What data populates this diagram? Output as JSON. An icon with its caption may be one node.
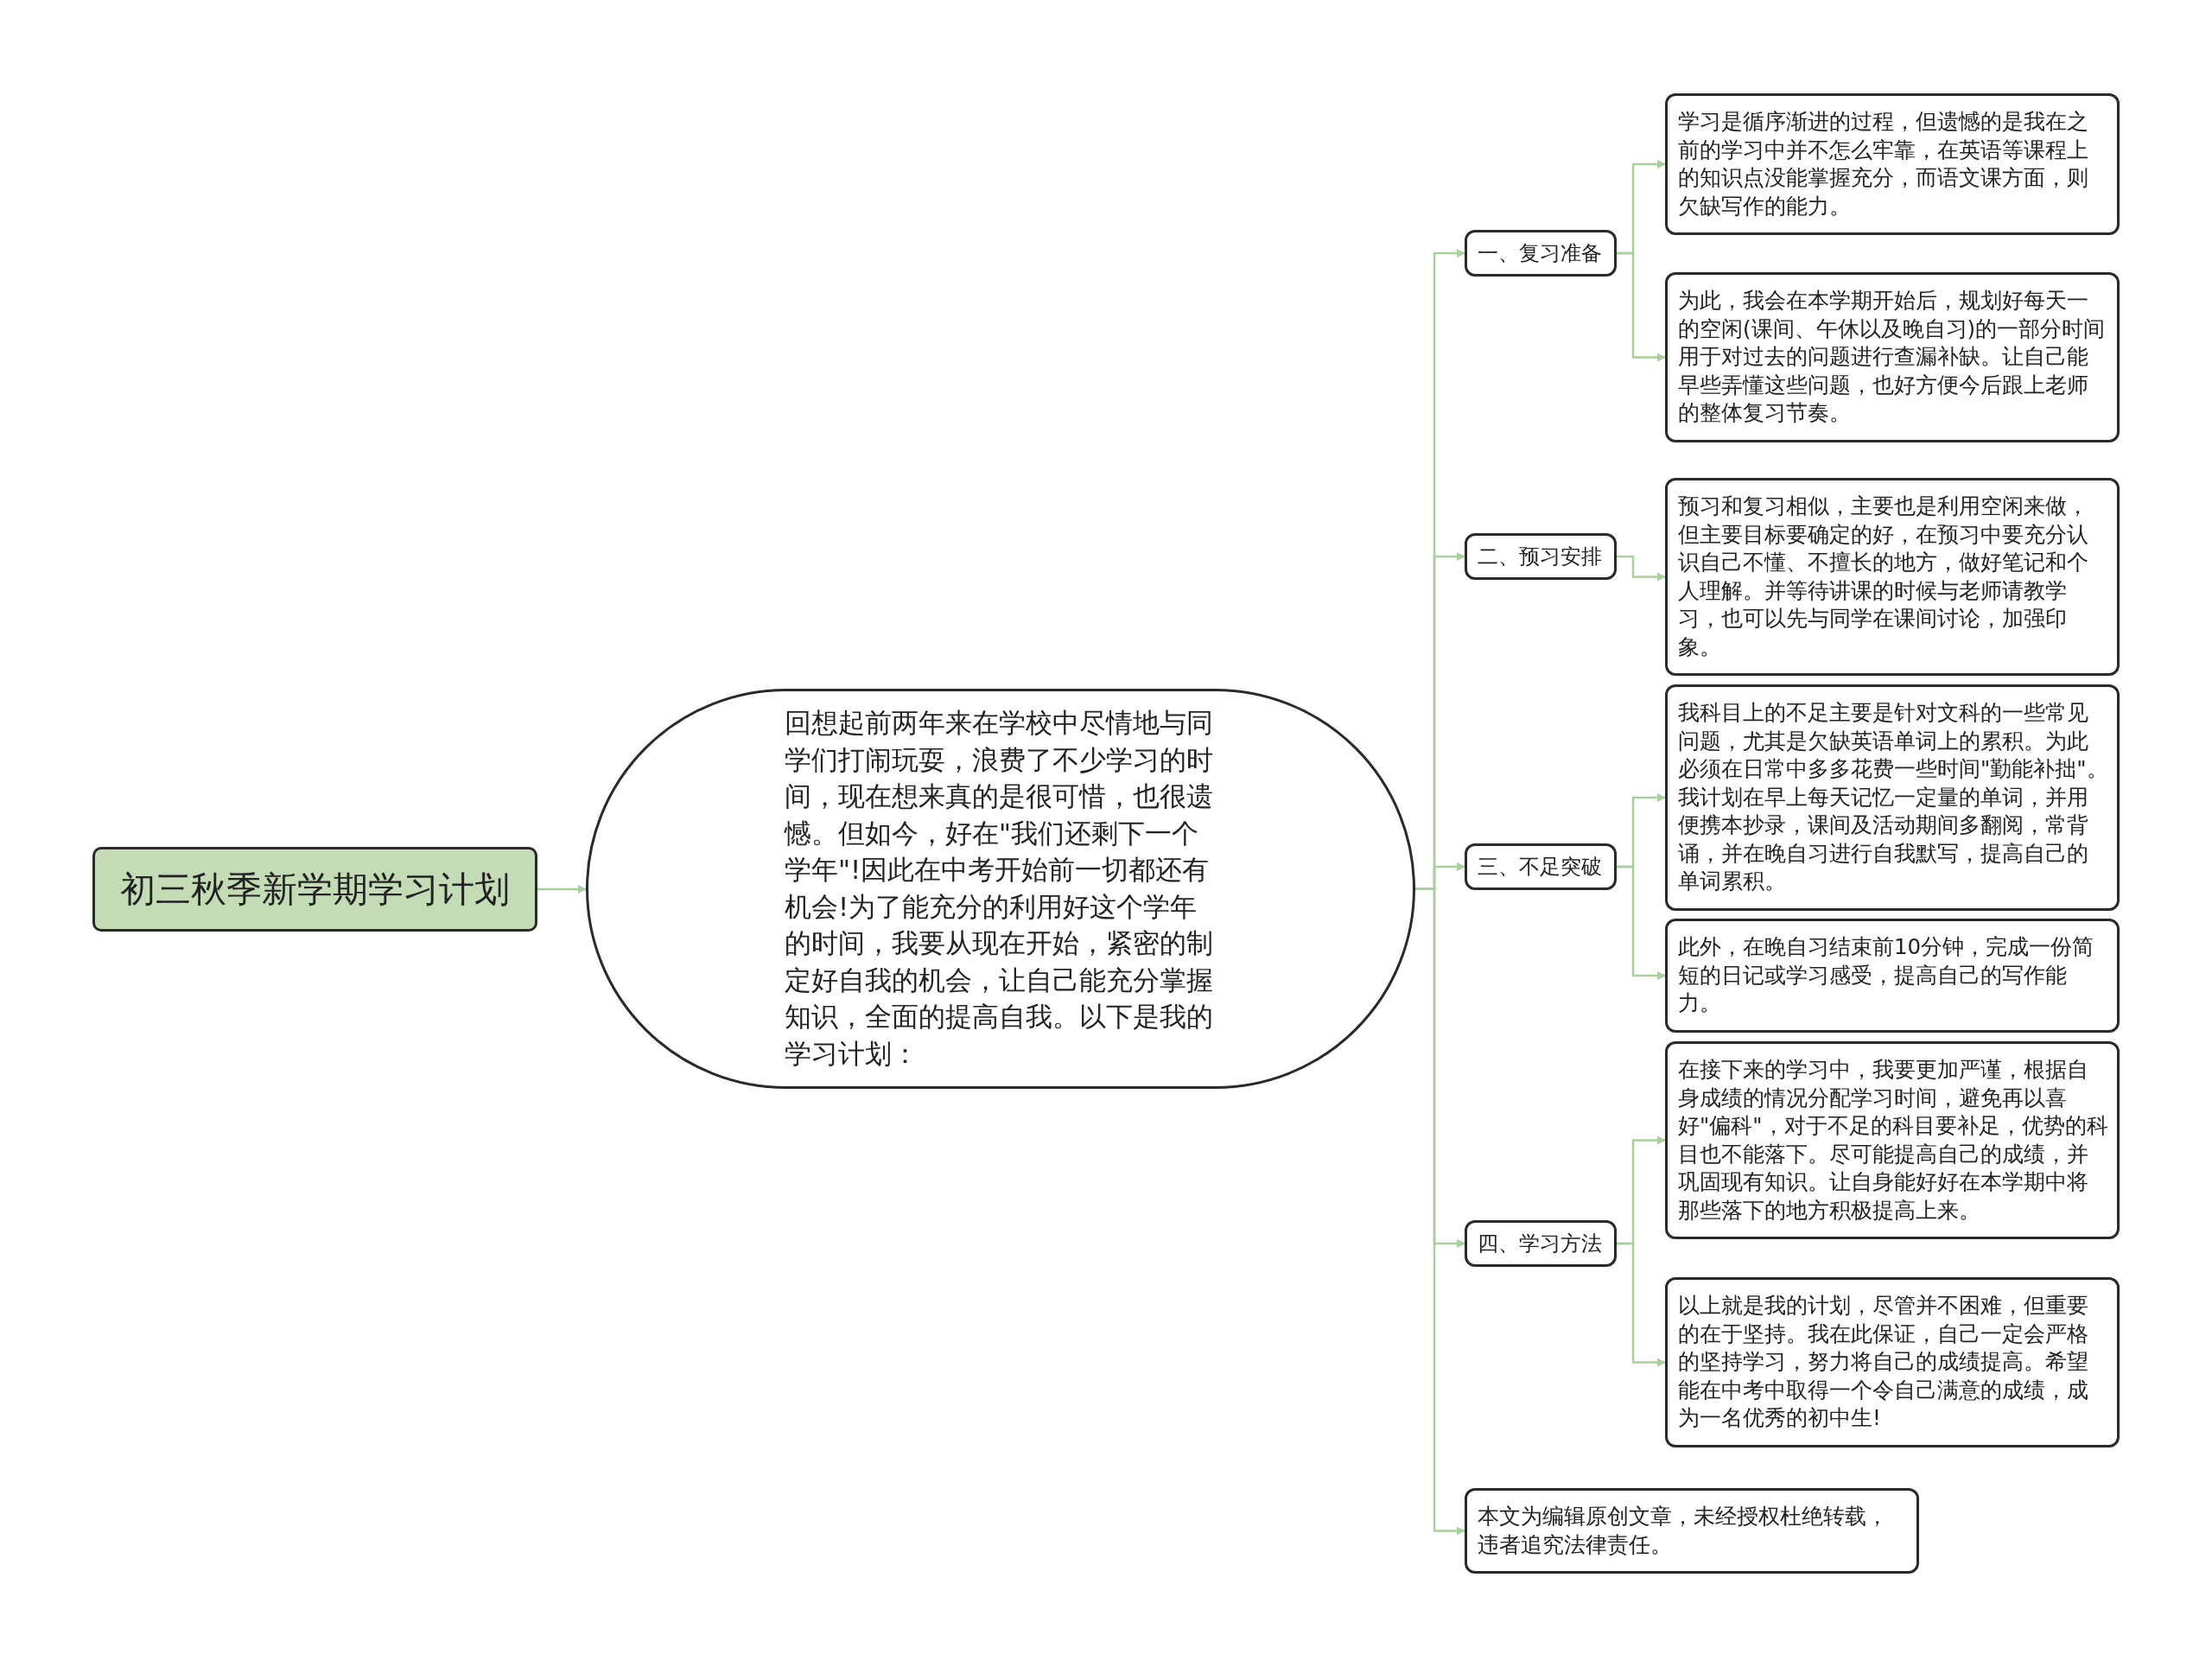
{
  "diagram": {
    "nodes": [
      {
        "text": [
          "初三秋季新学期学习计划"
        ]
      },
      {
        "text": [
          "回想起前两年来在学校中尽情地与同学们打闹玩耍，浪费了不少学习的时间，现在想来真的是很可惜，也很遗憾。但如今，好在\"我们还剩下一个学年\"!因此在中考开始前一切都还有机会!为了能充分的利用好这个学年的时间，我要从现在开始，紧密的制定好自我的机会，让自己能充分掌握知识，全面的提高自我。以下是我的学习计划："
        ]
      },
      {
        "text": [
          "一、复习准备"
        ]
      },
      {
        "text": [
          "学习是循序渐进的过程，但遗憾的是我在之前的学习中并不怎么牢靠，在英语等课程上的知识点没能掌握充分，而语文课方面，则欠缺写作的能力。"
        ]
      },
      {
        "text": [
          "为此，我会在本学期开始后，规划好每天一的空闲(课间、午休以及晚自习)的一部分时间用于对过去的问题进行查漏补缺。让自己能早些弄懂这些问题，也好方便今后跟上老师的整体复习节奏。"
        ]
      },
      {
        "text": [
          "二、预习安排"
        ]
      },
      {
        "text": [
          "预习和复习相似，主要也是利用空闲来做，但主要目标要确定的好，在预习中要充分认识自己不懂、不擅长的地方，做好笔记和个人理解。并等待讲课的时候与老师请教学习，也可以先与同学在课间讨论，加强印象。"
        ]
      },
      {
        "text": [
          "三、不足突破"
        ]
      },
      {
        "text": [
          "我科目上的不足主要是针对文科的一些常见问题，尤其是欠缺英语单词上的累积。为此必须在日常中多多花费一些时间\"勤能补拙\"。我计划在早上每天记忆一定量的单词，并用便携本抄录，课间及活动期间多翻阅，常背诵，并在晚自习进行自我默写，提高自己的单词累积。"
        ]
      },
      {
        "text": [
          "此外，在晚自习结束前10分钟，完成一份简短的日记或学习感受，提高自己的写作能力。"
        ]
      },
      {
        "text": [
          "四、学习方法"
        ]
      },
      {
        "text": [
          "在接下来的学习中，我要更加严谨，根据自身成绩的情况分配学习时间，避免再以喜好\"偏科\"，对于不足的科目要补足，优势的科目也不能落下。尽可能提高自己的成绩，并巩固现有知识。让自身能好好在本学期中将那些落下的地方积极提高上来。"
        ]
      },
      {
        "text": [
          "以上就是我的计划，尽管并不困难，但重要的在于坚持。我在此保证，自己一定会严格的坚持学习，努力将自己的成绩提高。希望能在中考中取得一个令自己满意的成绩，成为一名优秀的初中生!"
        ]
      },
      {
        "text": [
          "本文为编辑原创文章，未经授权杜绝转载，违者追究法律责任。"
        ]
      }
    ],
    "edges": [
      {
        "from": 0,
        "to": 1,
        "arrow": "to"
      },
      {
        "from": 1,
        "to": 2,
        "arrow": "to"
      },
      {
        "from": 1,
        "to": 5,
        "arrow": "to"
      },
      {
        "from": 1,
        "to": 7,
        "arrow": "to"
      },
      {
        "from": 1,
        "to": 10,
        "arrow": "to"
      },
      {
        "from": 1,
        "to": 13,
        "arrow": "to"
      },
      {
        "from": 2,
        "to": 3,
        "arrow": "to"
      },
      {
        "from": 2,
        "to": 4,
        "arrow": "to"
      },
      {
        "from": 5,
        "to": 6,
        "arrow": "to"
      },
      {
        "from": 7,
        "to": 8,
        "arrow": "to"
      },
      {
        "from": 7,
        "to": 9,
        "arrow": "to"
      },
      {
        "from": 10,
        "to": 11,
        "arrow": "to"
      },
      {
        "from": 10,
        "to": 12,
        "arrow": "to"
      }
    ]
  }
}
